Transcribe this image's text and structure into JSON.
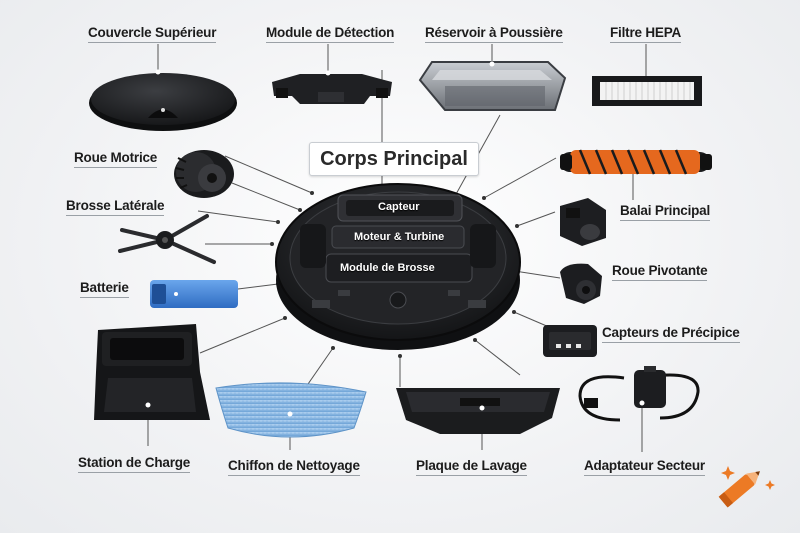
{
  "title": "Corps Principal",
  "components": {
    "top_cover": "Couvercle Supérieur",
    "detection_module": "Module de Détection",
    "dust_tank": "Réservoir à Poussière",
    "hepa_filter": "Filtre HEPA",
    "drive_wheel": "Roue Motrice",
    "side_brush": "Brosse Latérale",
    "battery": "Batterie",
    "main_brush": "Balai Principal",
    "caster_wheel": "Roue Pivotante",
    "cliff_sensors": "Capteurs de Précipice",
    "charging_station": "Station de Charge",
    "cleaning_cloth": "Chiffon de Nettoyage",
    "mop_plate": "Plaque de Lavage",
    "power_adapter": "Adaptateur Secteur"
  },
  "body_parts": {
    "sensor": "Capteur",
    "motor": "Moteur & Turbine",
    "brush_module": "Module de Brosse"
  },
  "colors": {
    "plastic_dark": "#1e1f22",
    "battery_blue": "#3b7fd6",
    "cloth_blue": "#86b6e3",
    "brush_orange": "#e5681e",
    "logo_orange": "#ec7a25"
  }
}
